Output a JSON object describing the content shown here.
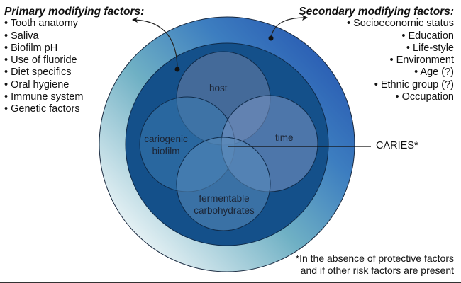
{
  "primary": {
    "title": "Primary modifying factors:",
    "items": [
      "Tooth anatomy",
      "Saliva",
      "Biofilm pH",
      "Use of fluoride",
      "Diet specifics",
      "Oral hygiene",
      "Immune system",
      "Genetic factors"
    ]
  },
  "secondary": {
    "title": "Secondary modifying factors:",
    "items": [
      "Socioeconornic status",
      "Education",
      "Life-style",
      "Environment",
      "Age (?)",
      "Ethnic group (?)",
      "Occupation"
    ]
  },
  "venn": {
    "host": "host",
    "time": "time",
    "biofilm_1": "cariogenic",
    "biofilm_2": "biofilm",
    "carbs_1": "fermentable",
    "carbs_2": "carbohydrates"
  },
  "outcome": "CARIES*",
  "footnote": {
    "line1": "*In the absence of protective factors",
    "line2": "and if other risk factors are present"
  },
  "colors": {
    "inner_ring": "#14508a",
    "outer_ring_light": "#e6f1f5",
    "outer_ring_dark": "#2c62b4"
  }
}
